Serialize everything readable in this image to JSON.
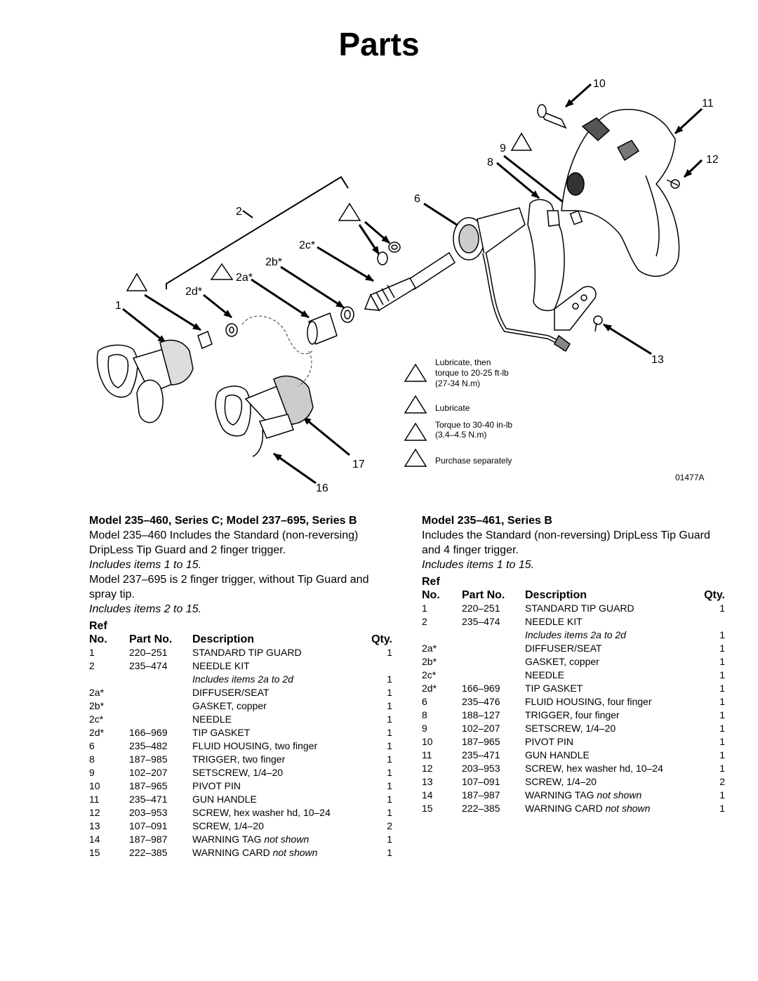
{
  "page": {
    "title": "Parts"
  },
  "figure": {
    "callouts": [
      "10",
      "11",
      "12",
      "9",
      "8",
      "6",
      "2",
      "2c*",
      "2b*",
      "2a*",
      "2d*",
      "1",
      "13",
      "17",
      "16"
    ],
    "legend": [
      {
        "lines": [
          "Lubricate, then",
          "torque to 20-25 ft-lb",
          "(27-34 N.m)"
        ]
      },
      {
        "lines": [
          "Lubricate"
        ]
      },
      {
        "lines": [
          "Torque to 30-40 in-lb",
          "(3.4–4.5 N.m)"
        ]
      },
      {
        "lines": [
          "Purchase separately"
        ]
      }
    ],
    "figure_code": "01477A"
  },
  "left": {
    "title": "Model 235–460, Series C; Model 237–695, Series B",
    "para1": "Model 235–460 Includes the Standard (non-reversing) DripLess    Tip Guard and 2 finger trigger.",
    "para1_note": "Includes items 1 to 15.",
    "para2": "Model 237–695 is 2 finger trigger, without Tip Guard and spray tip.",
    "para2_note": "Includes items 2 to 15.",
    "headers": {
      "ref1": "Ref",
      "ref2": "No.",
      "part": "Part No.",
      "desc": "Description",
      "qty": "Qty."
    },
    "rows": [
      {
        "ref": "1",
        "part": "220–251",
        "desc": "STANDARD TIP GUARD",
        "note": "",
        "qty": "1"
      },
      {
        "ref": "2",
        "part": "235–474",
        "desc": "NEEDLE KIT",
        "note": "",
        "qty": ""
      },
      {
        "ref": "",
        "part": "",
        "desc": "",
        "note": "Includes items 2a to 2d",
        "qty": "1"
      },
      {
        "ref": "2a*",
        "part": "",
        "desc": "DIFFUSER/SEAT",
        "note": "",
        "qty": "1"
      },
      {
        "ref": "2b*",
        "part": "",
        "desc": "GASKET, copper",
        "note": "",
        "qty": "1"
      },
      {
        "ref": "2c*",
        "part": "",
        "desc": "NEEDLE",
        "note": "",
        "qty": "1"
      },
      {
        "ref": "2d*",
        "part": "166–969",
        "desc": "TIP GASKET",
        "note": "",
        "qty": "1"
      },
      {
        "ref": "6",
        "part": "235–482",
        "desc": "FLUID HOUSING, two finger",
        "note": "",
        "qty": "1"
      },
      {
        "ref": "8",
        "part": "187–985",
        "desc": "TRIGGER, two finger",
        "note": "",
        "qty": "1"
      },
      {
        "ref": "9",
        "part": "102–207",
        "desc": "SETSCREW, 1/4–20",
        "note": "",
        "qty": "1"
      },
      {
        "ref": "10",
        "part": "187–965",
        "desc": "PIVOT PIN",
        "note": "",
        "qty": "1"
      },
      {
        "ref": "11",
        "part": "235–471",
        "desc": "GUN HANDLE",
        "note": "",
        "qty": "1"
      },
      {
        "ref": "12",
        "part": "203–953",
        "desc": "SCREW, hex washer hd, 10–24",
        "note": "",
        "qty": "1"
      },
      {
        "ref": "13",
        "part": "107–091",
        "desc": "SCREW, 1/4–20",
        "note": "",
        "qty": "2"
      },
      {
        "ref": "14",
        "part": "187–987",
        "desc": "WARNING TAG",
        "note": "not shown",
        "qty": "1"
      },
      {
        "ref": "15",
        "part": "222–385",
        "desc": "WARNING CARD",
        "note": "not shown",
        "qty": "1"
      }
    ]
  },
  "right": {
    "title": "Model 235–461, Series B",
    "para1": "Includes the Standard (non-reversing) DripLess Tip Guard and 4 finger trigger.",
    "para1_note": "Includes items 1 to 15.",
    "headers": {
      "ref1": "Ref",
      "ref2": "No.",
      "part": "Part No.",
      "desc": "Description",
      "qty": "Qty."
    },
    "rows": [
      {
        "ref": "1",
        "part": "220–251",
        "desc": "STANDARD TIP GUARD",
        "note": "",
        "qty": "1"
      },
      {
        "ref": "2",
        "part": "235–474",
        "desc": "NEEDLE KIT",
        "note": "",
        "qty": ""
      },
      {
        "ref": "",
        "part": "",
        "desc": "",
        "note": "Includes items 2a to 2d",
        "qty": "1"
      },
      {
        "ref": "2a*",
        "part": "",
        "desc": "DIFFUSER/SEAT",
        "note": "",
        "qty": "1"
      },
      {
        "ref": "2b*",
        "part": "",
        "desc": "GASKET, copper",
        "note": "",
        "qty": "1"
      },
      {
        "ref": "2c*",
        "part": "",
        "desc": "NEEDLE",
        "note": "",
        "qty": "1"
      },
      {
        "ref": "2d*",
        "part": "166–969",
        "desc": "TIP GASKET",
        "note": "",
        "qty": "1"
      },
      {
        "ref": "6",
        "part": "235–476",
        "desc": "FLUID HOUSING, four finger",
        "note": "",
        "qty": "1"
      },
      {
        "ref": "8",
        "part": "188–127",
        "desc": "TRIGGER, four finger",
        "note": "",
        "qty": "1"
      },
      {
        "ref": "9",
        "part": "102–207",
        "desc": "SETSCREW, 1/4–20",
        "note": "",
        "qty": "1"
      },
      {
        "ref": "10",
        "part": "187–965",
        "desc": "PIVOT PIN",
        "note": "",
        "qty": "1"
      },
      {
        "ref": "11",
        "part": "235–471",
        "desc": "GUN HANDLE",
        "note": "",
        "qty": "1"
      },
      {
        "ref": "12",
        "part": "203–953",
        "desc": "SCREW, hex washer hd, 10–24",
        "note": "",
        "qty": "1"
      },
      {
        "ref": "13",
        "part": "107–091",
        "desc": "SCREW, 1/4–20",
        "note": "",
        "qty": "2"
      },
      {
        "ref": "14",
        "part": "187–987",
        "desc": "WARNING TAG",
        "note": "not shown",
        "qty": "1"
      },
      {
        "ref": "15",
        "part": "222–385",
        "desc": "WARNING CARD",
        "note": "not shown",
        "qty": "1"
      }
    ]
  }
}
